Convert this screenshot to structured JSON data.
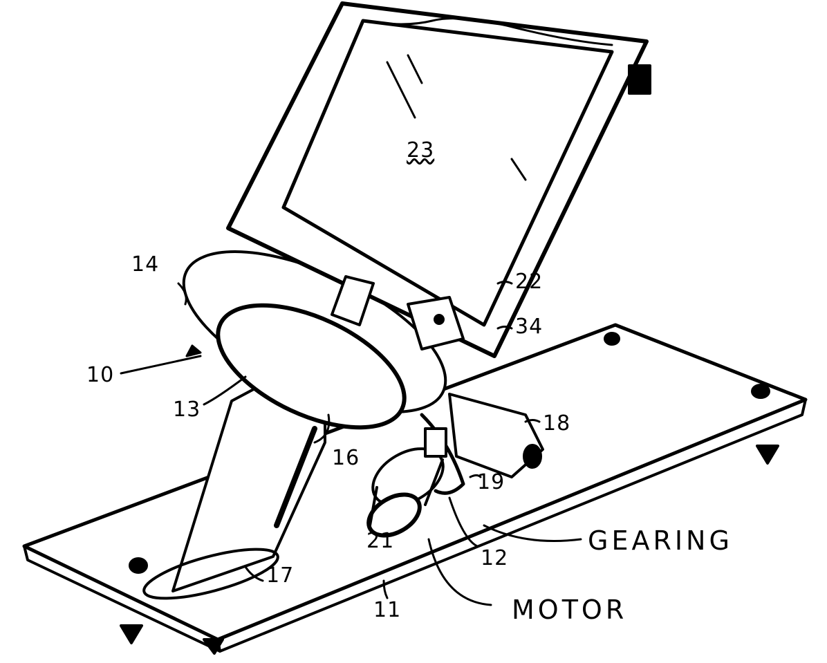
{
  "figure": {
    "labels": {
      "screen": "23",
      "turntable": "14",
      "frame": "22",
      "clamp": "34",
      "assembly": "10",
      "disc": "13",
      "bracket": "18",
      "pivot": "16",
      "arm": "19",
      "gearing": "GEARING",
      "motor_ref": "21",
      "gear_ref": "12",
      "post": "17",
      "base": "11",
      "motor": "MOTOR"
    },
    "line_color": "#000000",
    "background": "#ffffff"
  }
}
